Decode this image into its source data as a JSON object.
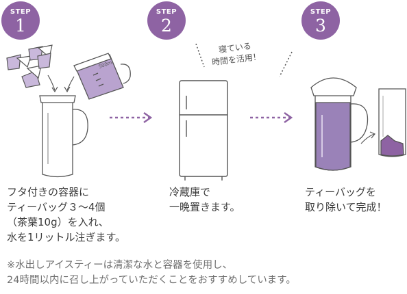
{
  "steps": [
    {
      "label": "STEP",
      "number": "1",
      "lines": [
        "フタ付きの容器に",
        "ティーバッグ３～4個",
        "（茶葉10g）を入れ、",
        "水を1リットル注ぎます。"
      ]
    },
    {
      "label": "STEP",
      "number": "2",
      "lines": [
        "冷蔵庫で",
        "一晩置きます。"
      ]
    },
    {
      "label": "STEP",
      "number": "3",
      "lines": [
        "ティーバッグを",
        "取り除いて完成！"
      ]
    }
  ],
  "memo": {
    "lines": [
      "寝ている",
      "時間を活用！"
    ]
  },
  "note": {
    "lines": [
      "※水出しアイスティーは清潔な水と容器を使用し、",
      "24時間以内に召し上がっていただくことをおすすめしています。"
    ]
  },
  "cup_label": "500ml",
  "colors": {
    "accent": "#8e63a3",
    "tea": "#9a82b8",
    "line": "#555555"
  }
}
